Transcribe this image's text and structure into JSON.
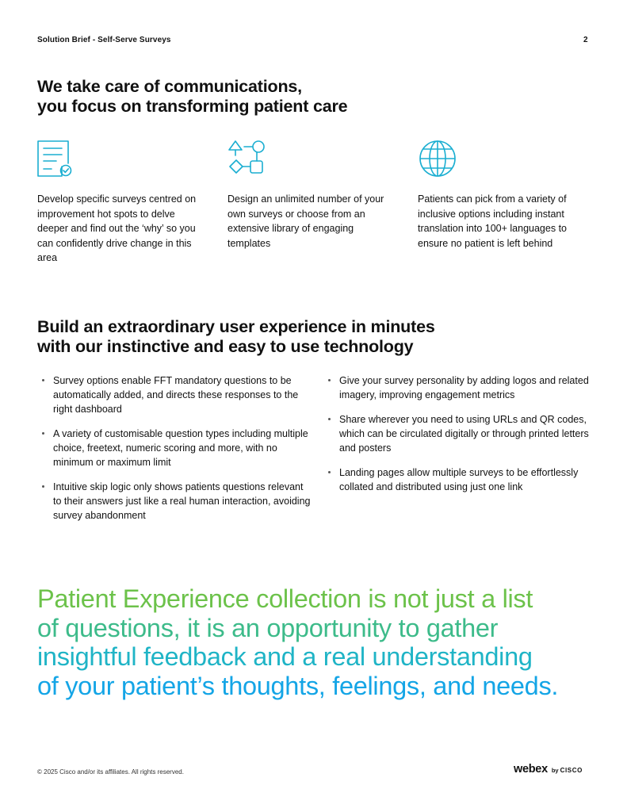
{
  "header": {
    "title": "Solution Brief - Self-Serve Surveys",
    "page_number": "2"
  },
  "section1": {
    "heading_lines": [
      "We take care of communications,",
      "you focus on transforming patient care"
    ],
    "features": [
      {
        "icon": "survey-checklist-icon",
        "text": "Develop specific surveys centred on improvement hot spots to delve deeper and find out the ‘why’ so you can confidently drive change in this area"
      },
      {
        "icon": "shapes-flow-icon",
        "text": "Design an unlimited number of your own surveys or choose from an extensive library of engaging templates"
      },
      {
        "icon": "globe-icon",
        "text": "Patients can pick from a variety of inclusive options including instant translation into 100+ languages to ensure no patient is left behind"
      }
    ]
  },
  "section2": {
    "heading_lines": [
      "Build an extraordinary user experience in minutes",
      "with our instinctive and easy to use technology"
    ],
    "bullets_left": [
      "Survey options enable FFT mandatory questions to be automatically added, and directs these responses to the right dashboard",
      "A variety of customisable question types including multiple choice, freetext, numeric scoring and more, with no minimum or maximum limit",
      "Intuitive skip logic only shows patients questions relevant to their answers just like a real human interaction, avoiding survey abandonment"
    ],
    "bullets_right": [
      "Give your survey personality by adding logos and related imagery, improving engagement metrics",
      "Share wherever you need to using URLs and QR codes, which can be circulated digitally or through printed letters and posters",
      "Landing pages allow multiple surveys to be effortlessly collated and distributed using just one link"
    ]
  },
  "quote": {
    "lines": [
      "Patient Experience collection is not just a list",
      "of questions, it is an opportunity to gather",
      "insightful feedback and a real understanding",
      "of your patient’s thoughts, feelings, and needs."
    ]
  },
  "footer": {
    "copyright": "© 2025 Cisco and/or its affiliates. All rights reserved.",
    "logo_main": "webex",
    "logo_by": "by",
    "logo_brand": "CISCO"
  },
  "colors": {
    "icon_teal": "#1aaed1",
    "quote_green": "#6cc24a",
    "quote_blue": "#14a5e6"
  }
}
